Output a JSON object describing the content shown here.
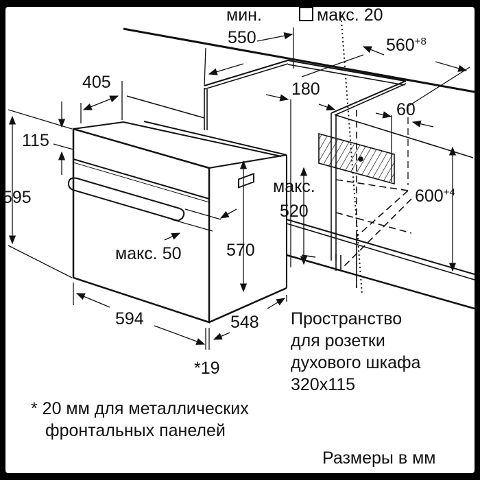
{
  "title": "Oven installation dimensions",
  "labels": {
    "min": "мин.",
    "min_value": "550",
    "max20_prefix": "макс. 20",
    "width_base": "560",
    "width_tol": "+8",
    "depth_405": "405",
    "dim_180": "180",
    "dim_60": "60",
    "dim_115": "115",
    "height_595": "595",
    "max": "макс.",
    "max_520": "520",
    "height_base": "600",
    "height_tol": "+4",
    "dim_570": "570",
    "max_50": "макс. 50",
    "width_594": "594",
    "depth_548": "548",
    "note_19": "*19"
  },
  "socket_note": [
    "Пространство",
    "для розетки",
    "духового шкафа",
    "320x115"
  ],
  "footnote": [
    "* 20 мм для металлических",
    "фронтальных панелей"
  ],
  "units": "Размеры в мм"
}
